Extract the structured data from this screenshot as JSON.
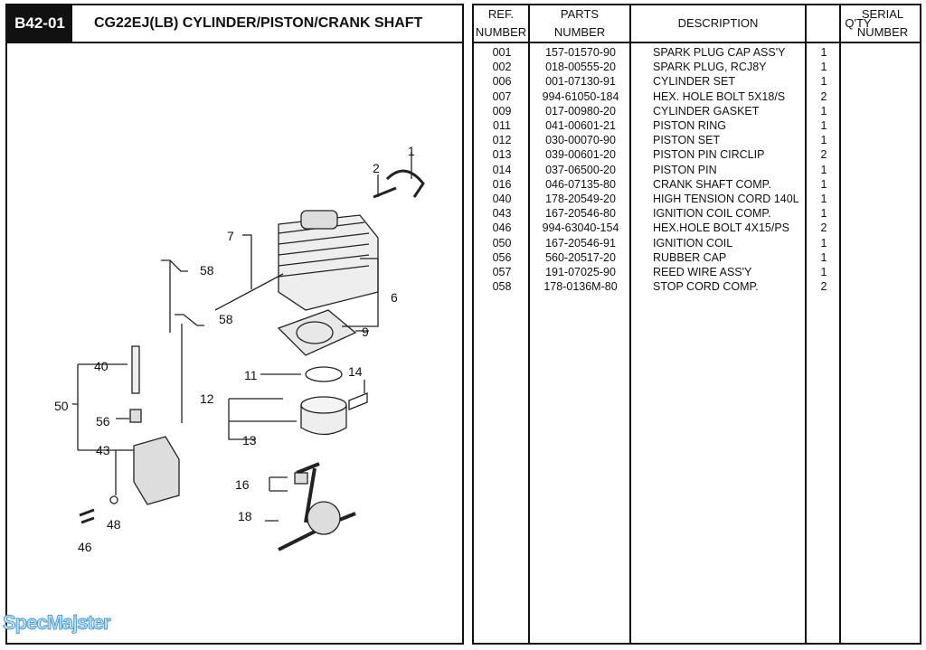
{
  "header": {
    "code": "B42-01",
    "title": "CG22EJ(LB)  CYLINDER/PISTON/CRANK SHAFT"
  },
  "table": {
    "headers": {
      "ref": [
        "REF.",
        "NUMBER"
      ],
      "parts": [
        "PARTS",
        "NUMBER"
      ],
      "description": "DESCRIPTION",
      "qty": "Q'TY",
      "serial": [
        "SERIAL",
        "NUMBER"
      ]
    },
    "rows": [
      {
        "ref": "001",
        "part": "157-01570-90",
        "desc": "SPARK PLUG CAP ASS'Y",
        "qty": "1"
      },
      {
        "ref": "002",
        "part": "018-00555-20",
        "desc": "SPARK PLUG, RCJ8Y",
        "qty": "1"
      },
      {
        "ref": "006",
        "part": "001-07130-91",
        "desc": "CYLINDER SET",
        "qty": "1"
      },
      {
        "ref": "007",
        "part": "994-61050-184",
        "desc": "HEX. HOLE BOLT 5X18/S",
        "qty": "2"
      },
      {
        "ref": "009",
        "part": "017-00980-20",
        "desc": "CYLINDER GASKET",
        "qty": "1"
      },
      {
        "ref": "011",
        "part": "041-00601-21",
        "desc": "PISTON RING",
        "qty": "1"
      },
      {
        "ref": "012",
        "part": "030-00070-90",
        "desc": "PISTON SET",
        "qty": "1"
      },
      {
        "ref": "013",
        "part": "039-00601-20",
        "desc": "PISTON PIN CIRCLIP",
        "qty": "2"
      },
      {
        "ref": "014",
        "part": "037-06500-20",
        "desc": "PISTON PIN",
        "qty": "1"
      },
      {
        "ref": "016",
        "part": "046-07135-80",
        "desc": "CRANK SHAFT COMP.",
        "qty": "1"
      },
      {
        "ref": "040",
        "part": "178-20549-20",
        "desc": "HIGH TENSION CORD 140L",
        "qty": "1"
      },
      {
        "ref": "043",
        "part": "167-20546-80",
        "desc": "IGNITION COIL COMP.",
        "qty": "1"
      },
      {
        "ref": "046",
        "part": "994-63040-154",
        "desc": "HEX.HOLE BOLT 4X15/PS",
        "qty": "2"
      },
      {
        "ref": "050",
        "part": "167-20546-91",
        "desc": "IGNITION COIL",
        "qty": "1"
      },
      {
        "ref": "056",
        "part": "560-20517-20",
        "desc": "RUBBER CAP",
        "qty": "1"
      },
      {
        "ref": "057",
        "part": "191-07025-90",
        "desc": "REED WIRE ASS'Y",
        "qty": "1"
      },
      {
        "ref": "058",
        "part": "178-0136M-80",
        "desc": "STOP CORD COMP.",
        "qty": "2"
      }
    ]
  },
  "callouts": [
    "1",
    "2",
    "7",
    "58",
    "6",
    "58",
    "9",
    "40",
    "11",
    "14",
    "12",
    "50",
    "56",
    "43",
    "13",
    "16",
    "18",
    "48",
    "46"
  ],
  "watermark": "SpecMajster"
}
